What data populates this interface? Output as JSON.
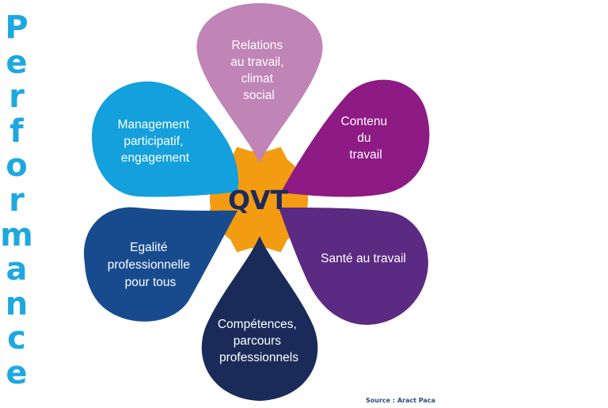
{
  "side_word": "Performance",
  "center_label": "QVT",
  "petals": [
    {
      "id": "relations",
      "lines": [
        "Relations",
        "au travail,",
        "climat",
        "social"
      ],
      "color": "#c084b6"
    },
    {
      "id": "contenu",
      "lines": [
        "Contenu",
        "du",
        "travail"
      ],
      "color": "#8e1a84"
    },
    {
      "id": "sante",
      "lines": [
        "Santé au travail"
      ],
      "color": "#5b2a83"
    },
    {
      "id": "competences",
      "lines": [
        "Compétences,",
        "parcours",
        "professionnels"
      ],
      "color": "#1b2b59"
    },
    {
      "id": "egalite",
      "lines": [
        "Egalité",
        "professionnelle",
        "pour tous"
      ],
      "color": "#174b8e"
    },
    {
      "id": "management",
      "lines": [
        "Management",
        "participatif,",
        "engagement"
      ],
      "color": "#14a0dc"
    }
  ],
  "center_color": "#f39c12",
  "side_word_color": "#1ea8e0",
  "source": "Source : Aract Paca"
}
